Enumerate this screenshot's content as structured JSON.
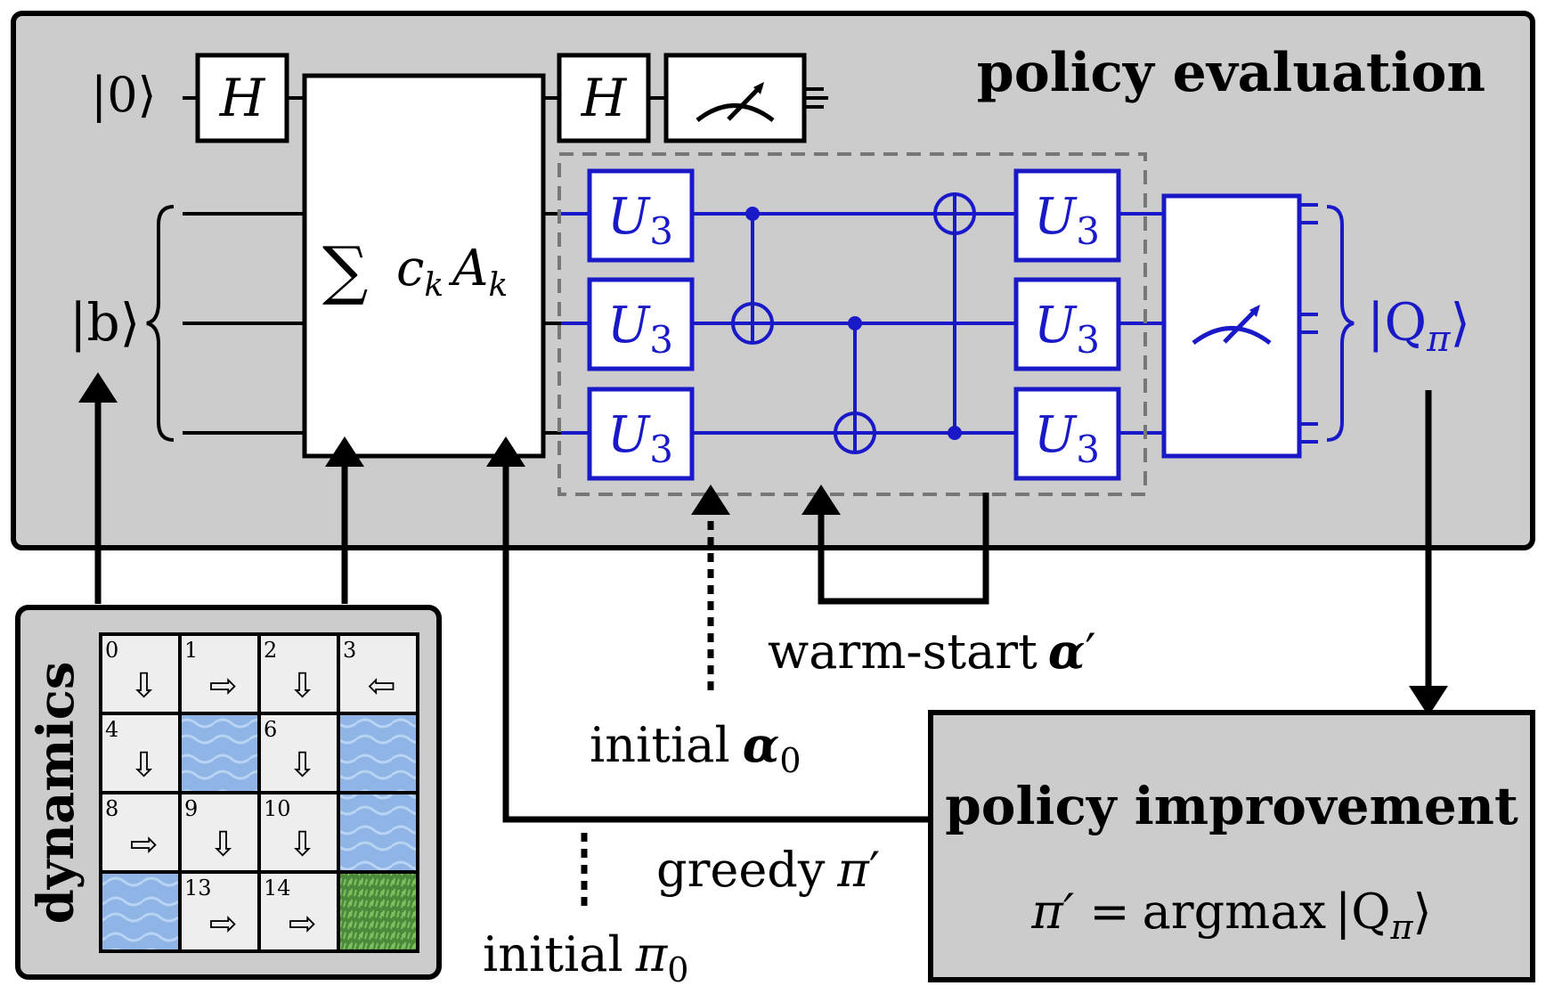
{
  "panels": {
    "policy_evaluation": "policy evaluation",
    "policy_improvement": "policy improvement",
    "dynamics": "dynamics"
  },
  "circuit": {
    "ket_zero": "|0⟩",
    "ket_b": "|b⟩",
    "ket_q": "|Q",
    "ket_q_sub": "π",
    "ket_q_close": "⟩",
    "gate_h": "H",
    "sum_symbol": "∑",
    "sum_c": "c",
    "sum_k": "k",
    "sum_A": "A",
    "u3_label": "U",
    "u3_sub": "3",
    "colors": {
      "blue": "#1919c8",
      "panel_gray": "#cccccc"
    }
  },
  "annotations": {
    "warm_start": "warm-start",
    "alpha": "α",
    "prime": "′",
    "initial": "initial",
    "alpha_sub0": "0",
    "greedy": "greedy",
    "pi": "π",
    "pi_sub0": "0",
    "improvement_formula_lhs": "π′ =",
    "improvement_formula_op": "argmax",
    "improvement_formula_ket": "|Q",
    "improvement_formula_sub": "π",
    "improvement_formula_close": "⟩"
  },
  "grid": {
    "cells": [
      {
        "num": "0",
        "type": "ice",
        "arrow": "down"
      },
      {
        "num": "1",
        "type": "ice",
        "arrow": "right"
      },
      {
        "num": "2",
        "type": "ice",
        "arrow": "down"
      },
      {
        "num": "3",
        "type": "ice",
        "arrow": "left"
      },
      {
        "num": "4",
        "type": "ice",
        "arrow": "down"
      },
      {
        "num": "",
        "type": "water",
        "arrow": ""
      },
      {
        "num": "6",
        "type": "ice",
        "arrow": "down"
      },
      {
        "num": "",
        "type": "water",
        "arrow": ""
      },
      {
        "num": "8",
        "type": "ice",
        "arrow": "right"
      },
      {
        "num": "9",
        "type": "ice",
        "arrow": "down"
      },
      {
        "num": "10",
        "type": "ice",
        "arrow": "down"
      },
      {
        "num": "",
        "type": "water",
        "arrow": ""
      },
      {
        "num": "",
        "type": "water",
        "arrow": ""
      },
      {
        "num": "13",
        "type": "ice",
        "arrow": "right"
      },
      {
        "num": "14",
        "type": "ice",
        "arrow": "right"
      },
      {
        "num": "",
        "type": "grass",
        "arrow": ""
      }
    ]
  }
}
